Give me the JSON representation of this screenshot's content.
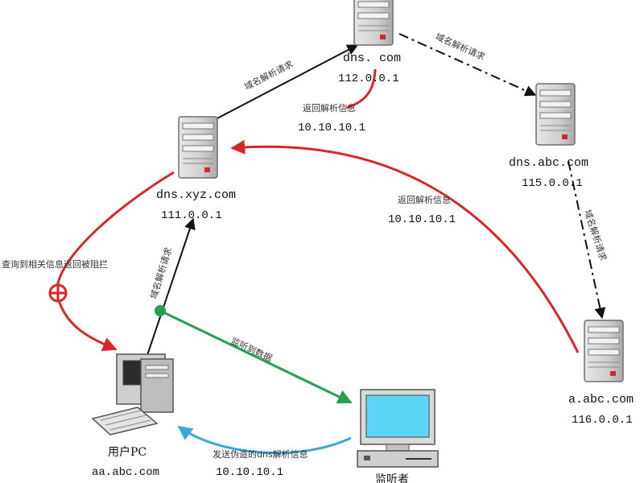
{
  "nodes": {
    "dns_com": {
      "name": "dns. com",
      "ip": "112.0.0.1"
    },
    "dns_xyz": {
      "name": "dns.xyz.com",
      "ip": "111.0.0.1"
    },
    "dns_abc": {
      "name": "dns.abc.com",
      "ip": "115.0.0.1"
    },
    "a_abc": {
      "name": "a.abc.com",
      "ip": "116.0.0.1"
    },
    "user_pc": {
      "name": "用户PC",
      "ip": "aa.abc.com"
    },
    "listener": {
      "name": "监听者"
    }
  },
  "edges": {
    "query_xyz_to_com": "域名解析请求",
    "query_com_to_abc": "域名解析请求",
    "query_pc_to_xyz": "域名解析请求",
    "query_abc_to_a": "域名解析请求",
    "return_com_to_xyz": {
      "label": "返回解析信息",
      "ip": "10.10.10.1"
    },
    "return_a_to_xyz": {
      "label": "返回解析信息",
      "ip": "10.10.10.1"
    },
    "blocked": "查询到相关信息返回被阻拦",
    "sniffed": "监听到数据",
    "forged": {
      "label": "发送伪造的dns解析信息",
      "ip": "10.10.10.1"
    }
  },
  "colors": {
    "black_line": "#111111",
    "red_line": "#d9262a",
    "green_line": "#25a053",
    "blue_line": "#3aa8d8",
    "server_body": "#c8c8c8",
    "server_led": "#d9262a"
  },
  "icons": [
    "server-icon",
    "desktop-pc-icon",
    "monitor-icon",
    "blocked-icon"
  ]
}
